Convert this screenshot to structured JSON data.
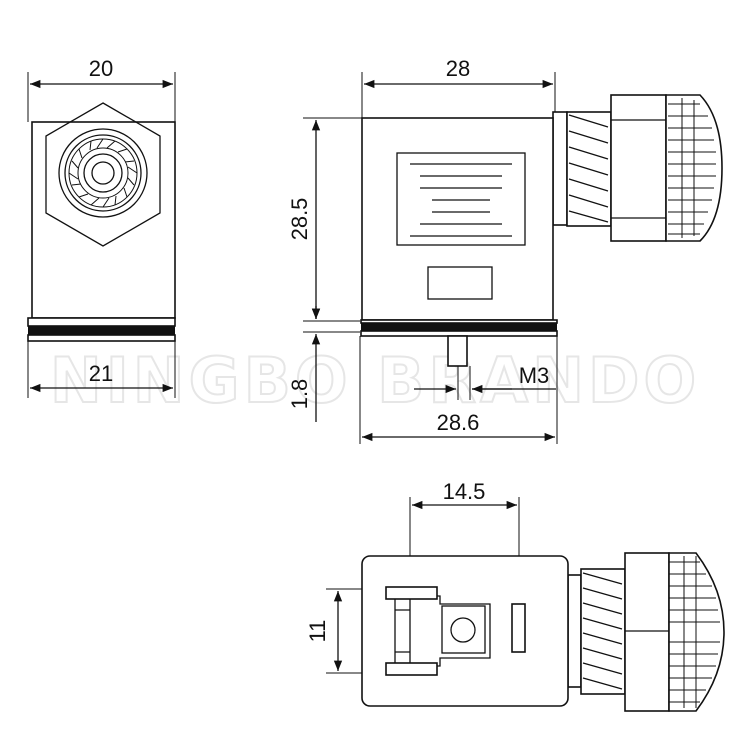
{
  "watermark": "NINGBO BRANDO",
  "front_view": {
    "dim_top": "20",
    "dim_bottom": "21"
  },
  "side_view": {
    "dim_top": "28",
    "dim_height": "28.5",
    "dim_gasket": "1.8",
    "dim_screw": "M3",
    "dim_bottom": "28.6"
  },
  "bottom_view": {
    "dim_pin_spacing": "14.5",
    "dim_pin_pitch": "11"
  }
}
